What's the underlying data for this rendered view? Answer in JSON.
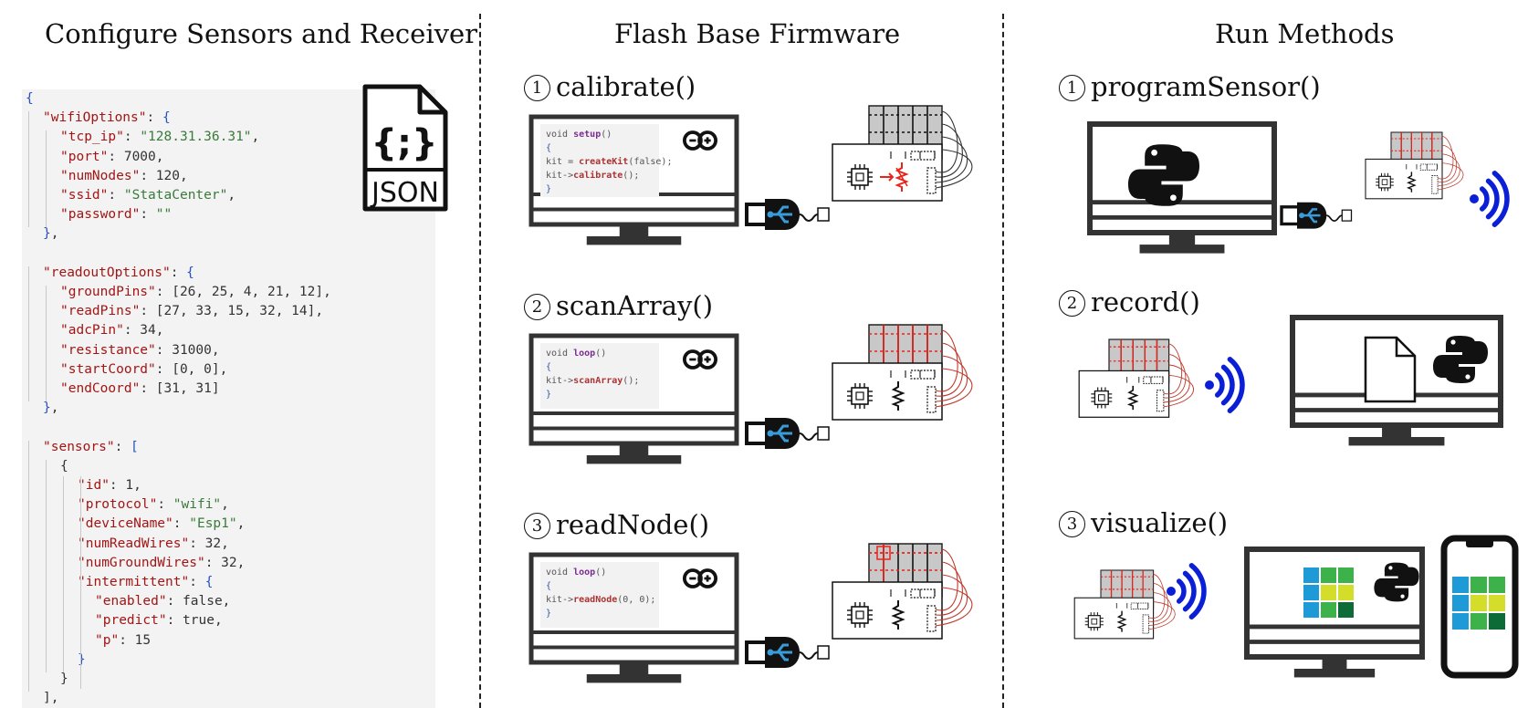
{
  "headers": {
    "configure": "Configure Sensors and Receiver",
    "flash": "Flash Base Firmware",
    "run": "Run Methods"
  },
  "json_icon_label": "JSON",
  "json_icon_glyph": "{;}",
  "json_lines": [
    {
      "indent": 0,
      "parts": [
        {
          "t": "{",
          "c": "b"
        }
      ]
    },
    {
      "indent": 1,
      "parts": [
        {
          "t": "\"wifiOptions\"",
          "c": "k"
        },
        {
          "t": ": ",
          "c": "n"
        },
        {
          "t": "{",
          "c": "b"
        }
      ]
    },
    {
      "indent": 2,
      "parts": [
        {
          "t": "\"tcp_ip\"",
          "c": "k"
        },
        {
          "t": ": ",
          "c": "n"
        },
        {
          "t": "\"128.31.36.31\"",
          "c": "s"
        },
        {
          "t": ",",
          "c": "n"
        }
      ]
    },
    {
      "indent": 2,
      "parts": [
        {
          "t": "\"port\"",
          "c": "k"
        },
        {
          "t": ": 7000,",
          "c": "n"
        }
      ]
    },
    {
      "indent": 2,
      "parts": [
        {
          "t": "\"numNodes\"",
          "c": "k"
        },
        {
          "t": ": 120,",
          "c": "n"
        }
      ]
    },
    {
      "indent": 2,
      "parts": [
        {
          "t": "\"ssid\"",
          "c": "k"
        },
        {
          "t": ": ",
          "c": "n"
        },
        {
          "t": "\"StataCenter\"",
          "c": "s"
        },
        {
          "t": ",",
          "c": "n"
        }
      ]
    },
    {
      "indent": 2,
      "parts": [
        {
          "t": "\"password\"",
          "c": "k"
        },
        {
          "t": ": ",
          "c": "n"
        },
        {
          "t": "\"\"",
          "c": "s"
        }
      ]
    },
    {
      "indent": 1,
      "parts": [
        {
          "t": "}",
          "c": "b"
        },
        {
          "t": ",",
          "c": "n"
        }
      ]
    },
    {
      "indent": 0,
      "parts": []
    },
    {
      "indent": 1,
      "parts": [
        {
          "t": "\"readoutOptions\"",
          "c": "k"
        },
        {
          "t": ": ",
          "c": "n"
        },
        {
          "t": "{",
          "c": "b"
        }
      ]
    },
    {
      "indent": 2,
      "parts": [
        {
          "t": "\"groundPins\"",
          "c": "k"
        },
        {
          "t": ": [26, 25, 4, 21, 12],",
          "c": "n"
        }
      ]
    },
    {
      "indent": 2,
      "parts": [
        {
          "t": "\"readPins\"",
          "c": "k"
        },
        {
          "t": ": [27, 33, 15, 32, 14],",
          "c": "n"
        }
      ]
    },
    {
      "indent": 2,
      "parts": [
        {
          "t": "\"adcPin\"",
          "c": "k"
        },
        {
          "t": ": 34,",
          "c": "n"
        }
      ]
    },
    {
      "indent": 2,
      "parts": [
        {
          "t": "\"resistance\"",
          "c": "k"
        },
        {
          "t": ": 31000,",
          "c": "n"
        }
      ]
    },
    {
      "indent": 2,
      "parts": [
        {
          "t": "\"startCoord\"",
          "c": "k"
        },
        {
          "t": ": [0, 0],",
          "c": "n"
        }
      ]
    },
    {
      "indent": 2,
      "parts": [
        {
          "t": "\"endCoord\"",
          "c": "k"
        },
        {
          "t": ": [31, 31]",
          "c": "n"
        }
      ]
    },
    {
      "indent": 1,
      "parts": [
        {
          "t": "}",
          "c": "b"
        },
        {
          "t": ",",
          "c": "n"
        }
      ]
    },
    {
      "indent": 0,
      "parts": []
    },
    {
      "indent": 1,
      "parts": [
        {
          "t": "\"sensors\"",
          "c": "k"
        },
        {
          "t": ": ",
          "c": "n"
        },
        {
          "t": "[",
          "c": "b"
        }
      ]
    },
    {
      "indent": 2,
      "parts": [
        {
          "t": "{",
          "c": "n"
        }
      ]
    },
    {
      "indent": 3,
      "parts": [
        {
          "t": "\"id\"",
          "c": "k"
        },
        {
          "t": ": 1,",
          "c": "n"
        }
      ]
    },
    {
      "indent": 3,
      "parts": [
        {
          "t": "\"protocol\"",
          "c": "k"
        },
        {
          "t": ": ",
          "c": "n"
        },
        {
          "t": "\"wifi\"",
          "c": "s"
        },
        {
          "t": ",",
          "c": "n"
        }
      ]
    },
    {
      "indent": 3,
      "parts": [
        {
          "t": "\"deviceName\"",
          "c": "k"
        },
        {
          "t": ": ",
          "c": "n"
        },
        {
          "t": "\"Esp1\"",
          "c": "s"
        },
        {
          "t": ",",
          "c": "n"
        }
      ]
    },
    {
      "indent": 3,
      "parts": [
        {
          "t": "\"numReadWires\"",
          "c": "k"
        },
        {
          "t": ": 32,",
          "c": "n"
        }
      ]
    },
    {
      "indent": 3,
      "parts": [
        {
          "t": "\"numGroundWires\"",
          "c": "k"
        },
        {
          "t": ": 32,",
          "c": "n"
        }
      ]
    },
    {
      "indent": 3,
      "parts": [
        {
          "t": "\"intermittent\"",
          "c": "k"
        },
        {
          "t": ": ",
          "c": "n"
        },
        {
          "t": "{",
          "c": "b"
        }
      ]
    },
    {
      "indent": 4,
      "parts": [
        {
          "t": "\"enabled\"",
          "c": "k"
        },
        {
          "t": ": false,",
          "c": "n"
        }
      ]
    },
    {
      "indent": 4,
      "parts": [
        {
          "t": "\"predict\"",
          "c": "k"
        },
        {
          "t": ": true,",
          "c": "n"
        }
      ]
    },
    {
      "indent": 4,
      "parts": [
        {
          "t": "\"p\"",
          "c": "k"
        },
        {
          "t": ": 15",
          "c": "n"
        }
      ]
    },
    {
      "indent": 3,
      "parts": [
        {
          "t": "}",
          "c": "b"
        }
      ]
    },
    {
      "indent": 2,
      "parts": [
        {
          "t": "}",
          "c": "n"
        }
      ]
    },
    {
      "indent": 1,
      "parts": [
        {
          "t": "],",
          "c": "n"
        }
      ]
    }
  ],
  "firmware_steps": [
    {
      "number": "1",
      "name": "calibrate()",
      "func": "setup",
      "lines": [
        [
          {
            "t": "void ",
            "c": "#555"
          },
          {
            "t": "setup",
            "c": "#7a2d8f",
            "w": "bold"
          },
          {
            "t": "()",
            "c": "#555"
          }
        ],
        [
          {
            "t": "{",
            "c": "#3355aa"
          }
        ],
        [
          {
            "t": "  kit = ",
            "c": "#555"
          },
          {
            "t": "createKit",
            "c": "#a33",
            "w": "bold"
          },
          {
            "t": "(false);",
            "c": "#555"
          }
        ],
        [
          {
            "t": "  kit->",
            "c": "#555"
          },
          {
            "t": "calibrate",
            "c": "#a33",
            "w": "bold"
          },
          {
            "t": "();",
            "c": "#555"
          }
        ],
        [
          {
            "t": "}",
            "c": "#3355aa"
          }
        ]
      ]
    },
    {
      "number": "2",
      "name": "scanArray()",
      "func": "loop",
      "lines": [
        [
          {
            "t": "void ",
            "c": "#555"
          },
          {
            "t": "loop",
            "c": "#7a2d8f",
            "w": "bold"
          },
          {
            "t": "()",
            "c": "#555"
          }
        ],
        [
          {
            "t": "{",
            "c": "#3355aa"
          }
        ],
        [
          {
            "t": "  kit->",
            "c": "#555"
          },
          {
            "t": "scanArray",
            "c": "#a33",
            "w": "bold"
          },
          {
            "t": "();",
            "c": "#555"
          }
        ],
        [
          {
            "t": "}",
            "c": "#3355aa"
          }
        ]
      ]
    },
    {
      "number": "3",
      "name": "readNode()",
      "func": "loop",
      "lines": [
        [
          {
            "t": "void ",
            "c": "#555"
          },
          {
            "t": "loop",
            "c": "#7a2d8f",
            "w": "bold"
          },
          {
            "t": "()",
            "c": "#555"
          }
        ],
        [
          {
            "t": "{",
            "c": "#3355aa"
          }
        ],
        [
          {
            "t": "  kit->",
            "c": "#555"
          },
          {
            "t": "readNode",
            "c": "#a33",
            "w": "bold"
          },
          {
            "t": "(0, 0);",
            "c": "#555"
          }
        ],
        [
          {
            "t": "}",
            "c": "#3355aa"
          }
        ]
      ]
    }
  ],
  "run_steps": [
    {
      "number": "1",
      "name": "programSensor()"
    },
    {
      "number": "2",
      "name": "record()"
    },
    {
      "number": "3",
      "name": "visualize()"
    }
  ],
  "colors": {
    "accent_red": "#e8231c",
    "wifi_blue": "#0a1fd6",
    "usb_blue": "#3a9bd9",
    "heatmap": [
      "#1e9ad6",
      "#3db24a",
      "#3db24a",
      "#1e9ad6",
      "#d4de2a",
      "#d4de2a",
      "#1e9ad6",
      "#3db24a",
      "#0d6b38"
    ]
  },
  "icons": [
    "json-file-icon",
    "arduino-icon",
    "python-icon",
    "usb-icon",
    "wifi-icon",
    "file-icon",
    "monitor-icon",
    "phone-icon",
    "circuit-board-icon",
    "sensor-array-icon"
  ]
}
